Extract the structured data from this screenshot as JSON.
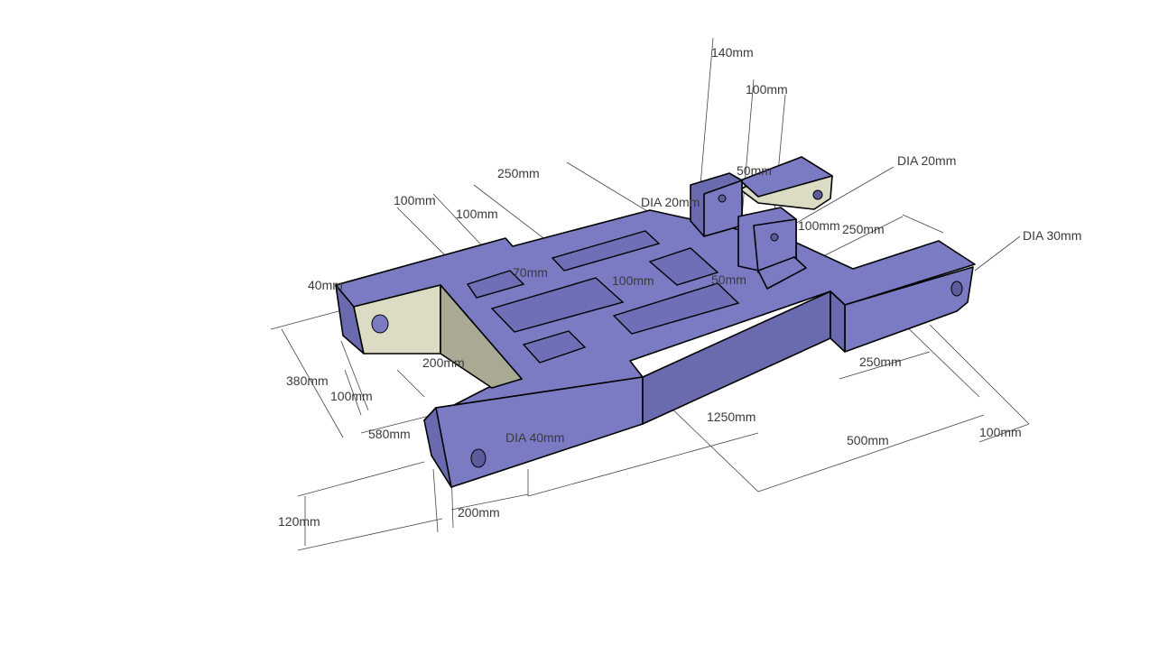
{
  "colors": {
    "top": "#7b7bc4",
    "front": "#6a6aae",
    "side": "#5c5c9c",
    "section": "#dcdcc4",
    "section_dark": "#a9a994"
  },
  "dimensions": {
    "d140": "140mm",
    "d100_top": "100mm",
    "d50_top": "50mm",
    "dia20_left": "DIA 20mm",
    "dia20_right": "DIA 20mm",
    "d100_r": "100mm",
    "d250_upper": "250mm",
    "dia30": "DIA 30mm",
    "d250_slot": "250mm",
    "d100_a": "100mm",
    "d100_b": "100mm",
    "d70": "70mm",
    "d100_mid": "100mm",
    "d50_mid": "50mm",
    "d40": "40mm",
    "d200_mid": "200mm",
    "d380": "380mm",
    "d100_left": "100mm",
    "d580": "580mm",
    "dia40": "DIA 40mm",
    "d1250": "1250mm",
    "d250_right": "250mm",
    "d500": "500mm",
    "d100_right": "100mm",
    "d120": "120mm",
    "d200_bot": "200mm"
  }
}
